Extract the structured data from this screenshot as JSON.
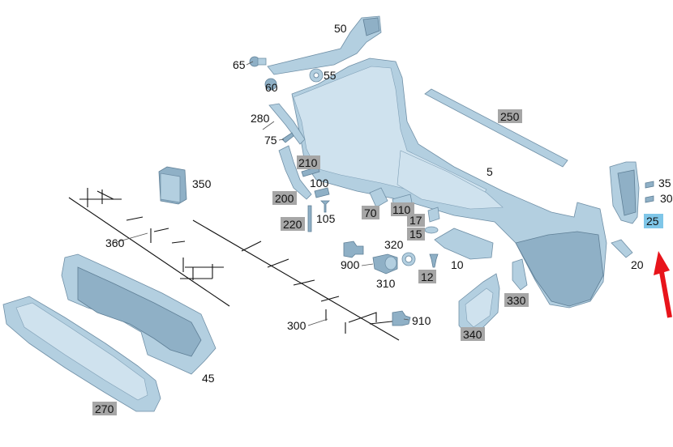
{
  "diagram": {
    "callouts": [
      {
        "id": "c50",
        "text": "50",
        "style": "plain"
      },
      {
        "id": "c65",
        "text": "65",
        "style": "plain"
      },
      {
        "id": "c60",
        "text": "60",
        "style": "plain"
      },
      {
        "id": "c55",
        "text": "55",
        "style": "plain"
      },
      {
        "id": "c250",
        "text": "250",
        "style": "boxed"
      },
      {
        "id": "c280",
        "text": "280",
        "style": "plain"
      },
      {
        "id": "c75",
        "text": "75",
        "style": "plain"
      },
      {
        "id": "c5",
        "text": "5",
        "style": "plain"
      },
      {
        "id": "c35",
        "text": "35",
        "style": "plain"
      },
      {
        "id": "c30",
        "text": "30",
        "style": "plain"
      },
      {
        "id": "c25",
        "text": "25",
        "style": "highlight"
      },
      {
        "id": "c350",
        "text": "350",
        "style": "plain"
      },
      {
        "id": "c210",
        "text": "210",
        "style": "boxed"
      },
      {
        "id": "c100",
        "text": "100",
        "style": "plain"
      },
      {
        "id": "c200",
        "text": "200",
        "style": "boxed"
      },
      {
        "id": "c105",
        "text": "105",
        "style": "plain"
      },
      {
        "id": "c70",
        "text": "70",
        "style": "boxed"
      },
      {
        "id": "c110",
        "text": "110",
        "style": "boxed"
      },
      {
        "id": "c17",
        "text": "17",
        "style": "boxed"
      },
      {
        "id": "c15",
        "text": "15",
        "style": "boxed"
      },
      {
        "id": "c220",
        "text": "220",
        "style": "boxed"
      },
      {
        "id": "c360",
        "text": "360",
        "style": "plain"
      },
      {
        "id": "c320",
        "text": "320",
        "style": "plain"
      },
      {
        "id": "c900",
        "text": "900",
        "style": "plain"
      },
      {
        "id": "c10",
        "text": "10",
        "style": "plain"
      },
      {
        "id": "c20",
        "text": "20",
        "style": "plain"
      },
      {
        "id": "c310",
        "text": "310",
        "style": "plain"
      },
      {
        "id": "c12",
        "text": "12",
        "style": "boxed"
      },
      {
        "id": "c330",
        "text": "330",
        "style": "boxed"
      },
      {
        "id": "c300",
        "text": "300",
        "style": "plain"
      },
      {
        "id": "c910",
        "text": "910",
        "style": "plain"
      },
      {
        "id": "c340",
        "text": "340",
        "style": "boxed"
      },
      {
        "id": "c45",
        "text": "45",
        "style": "plain"
      },
      {
        "id": "c270",
        "text": "270",
        "style": "boxed"
      }
    ],
    "colors": {
      "part_fill": "#b3cfe0",
      "tag_grey": "#a6a6a6",
      "tag_highlight": "#7fc6e8",
      "arrow": "#e8141b"
    },
    "indicator_icon": "red-arrow-icon"
  }
}
